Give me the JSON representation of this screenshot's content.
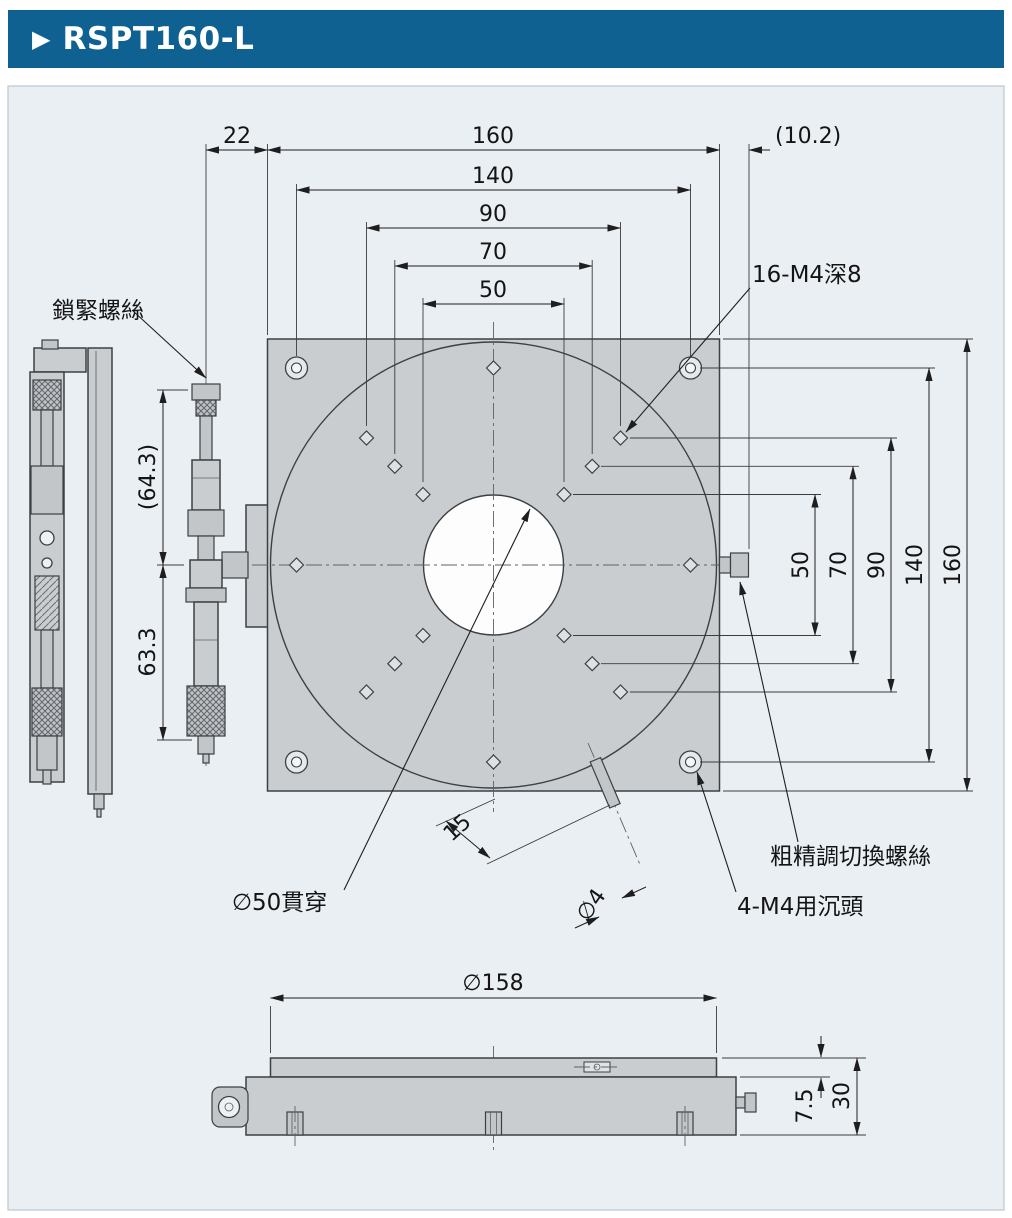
{
  "header": {
    "arrow": "▶",
    "title": "RSPT160-L"
  },
  "colors": {
    "header_bg": "#0e6191",
    "panel_bg": "#eaeff4",
    "line": "#1e1e1e",
    "part_fill": "#c9cdd0"
  },
  "callouts": {
    "lock_screw": "鎖緊螺絲",
    "m4_holes": "16-M4深8",
    "coarse_fine_switch": "粗精調切換螺絲",
    "countersunk": "4-M4用沉頭",
    "through_hole": "∅50貫穿",
    "pin_diameter": "∅4",
    "pin_offset": "15"
  },
  "dimensions": {
    "top": {
      "offset22": "22",
      "width160": "160",
      "knob102": "(10.2)",
      "bolt140": "140",
      "bolt90": "90",
      "bolt70": "70",
      "bolt50": "50"
    },
    "right": {
      "bolt50": "50",
      "bolt70": "70",
      "bolt90": "90",
      "bolt140": "140",
      "height160": "160"
    },
    "left": {
      "upper": "(64.3)",
      "lower": "63.3"
    },
    "bottom": {
      "table_dia": "∅158",
      "plate_thickness": "7.5",
      "total_height": "30"
    }
  }
}
